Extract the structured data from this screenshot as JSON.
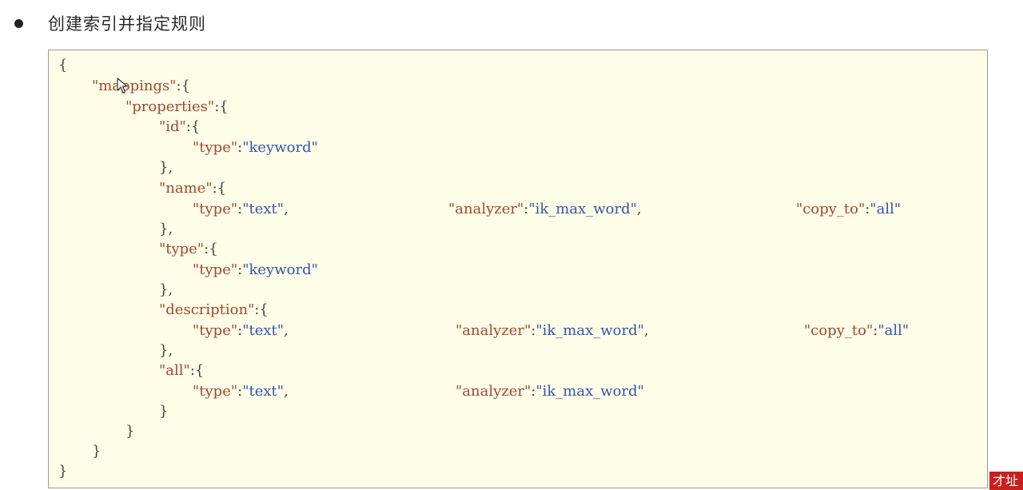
{
  "heading": "创建索引并指定规则",
  "code_lines": [
    [
      {
        "t": "p",
        "v": "{"
      }
    ],
    [
      {
        "t": "k",
        "v": "\"mappings\""
      },
      {
        "t": "p",
        "v": ":{"
      }
    ],
    [
      {
        "t": "k",
        "v": "\"properties\""
      },
      {
        "t": "p",
        "v": ":{"
      }
    ],
    [
      {
        "t": "k",
        "v": "\"id\""
      },
      {
        "t": "p",
        "v": ":{"
      }
    ],
    [
      {
        "t": "k",
        "v": "\"type\""
      },
      {
        "t": "p",
        "v": ":"
      },
      {
        "t": "s",
        "v": "\"keyword\""
      }
    ],
    [
      {
        "t": "p",
        "v": "},"
      }
    ],
    [
      {
        "t": "k",
        "v": "\"name\""
      },
      {
        "t": "p",
        "v": ":{"
      }
    ],
    [
      {
        "t": "k",
        "v": "\"type\""
      },
      {
        "t": "p",
        "v": ":"
      },
      {
        "t": "s",
        "v": "\"text\""
      },
      {
        "t": "p",
        "v": ","
      },
      {
        "t": "k",
        "v": "\"analyzer\""
      },
      {
        "t": "p",
        "v": ":"
      },
      {
        "t": "s",
        "v": "\"ik_max_word\""
      },
      {
        "t": "p",
        "v": ","
      },
      {
        "t": "k",
        "v": "\"copy_to\""
      },
      {
        "t": "p",
        "v": ":"
      },
      {
        "t": "s",
        "v": "\"all\""
      }
    ],
    [
      {
        "t": "p",
        "v": "},"
      }
    ],
    [
      {
        "t": "k",
        "v": "\"type\""
      },
      {
        "t": "p",
        "v": ":{"
      }
    ],
    [
      {
        "t": "k",
        "v": "\"type\""
      },
      {
        "t": "p",
        "v": ":"
      },
      {
        "t": "s",
        "v": "\"keyword\""
      }
    ],
    [
      {
        "t": "p",
        "v": "},"
      }
    ],
    [
      {
        "t": "k",
        "v": "\"description\""
      },
      {
        "t": "p",
        "v": ":{"
      }
    ],
    [
      {
        "t": "k",
        "v": "\"type\""
      },
      {
        "t": "p",
        "v": ":"
      },
      {
        "t": "s",
        "v": "\"text\""
      },
      {
        "t": "p",
        "v": ","
      },
      {
        "t": "k",
        "v": "\"analyzer\""
      },
      {
        "t": "p",
        "v": ":"
      },
      {
        "t": "s",
        "v": "\"ik_max_word\""
      },
      {
        "t": "p",
        "v": ","
      },
      {
        "t": "k",
        "v": "\"copy_to\""
      },
      {
        "t": "p",
        "v": ":"
      },
      {
        "t": "s",
        "v": "\"all\""
      }
    ],
    [
      {
        "t": "p",
        "v": "},"
      }
    ],
    [
      {
        "t": "k",
        "v": "\"all\""
      },
      {
        "t": "p",
        "v": ":{"
      }
    ],
    [
      {
        "t": "k",
        "v": "\"type\""
      },
      {
        "t": "p",
        "v": ":"
      },
      {
        "t": "s",
        "v": "\"text\""
      },
      {
        "t": "p",
        "v": ","
      },
      {
        "t": "k",
        "v": "\"analyzer\""
      },
      {
        "t": "p",
        "v": ":"
      },
      {
        "t": "s",
        "v": "\"ik_max_word\""
      }
    ],
    [
      {
        "t": "p",
        "v": "}"
      }
    ],
    [
      {
        "t": "p",
        "v": "}"
      }
    ],
    [
      {
        "t": "p",
        "v": "}"
      }
    ],
    [
      {
        "t": "p",
        "v": "}"
      }
    ]
  ],
  "corner_badge": "才址",
  "colors": {
    "code_background": "#fefde8",
    "key": "#a04830",
    "string": "#2f56a8",
    "punctuation": "#444444",
    "badge": "#c8201d"
  },
  "icons": {
    "cursor": "mouse-pointer-icon"
  }
}
